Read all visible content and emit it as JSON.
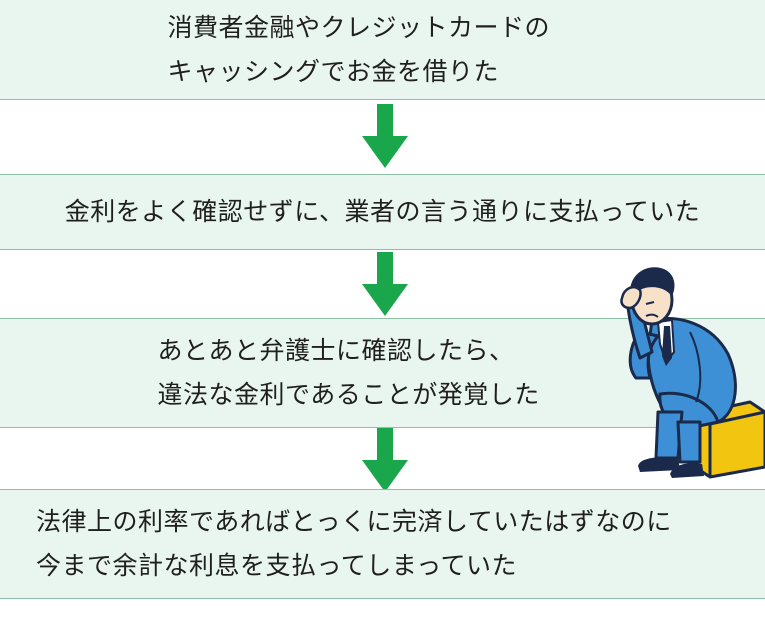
{
  "steps": [
    {
      "text": "消費者金融やクレジットカードの\nキャッシングでお金を借りた"
    },
    {
      "text": "金利をよく確認せずに、業者の言う通りに支払っていた"
    },
    {
      "text": "あとあと弁護士に確認したら、\n違法な金利であることが発覚した"
    },
    {
      "text": "法律上の利率であればとっくに完済していたはずなのに\n今まで余計な利息を支払ってしまっていた"
    }
  ],
  "arrow_count": 3,
  "colors": {
    "box_fill": "#e9f5ef",
    "box_border": "#8fbfa6",
    "arrow": "#1aa64a",
    "suit": "#3d8fd6",
    "box_seat": "#f2c511"
  },
  "illustration": "worried-man-sitting-on-box"
}
